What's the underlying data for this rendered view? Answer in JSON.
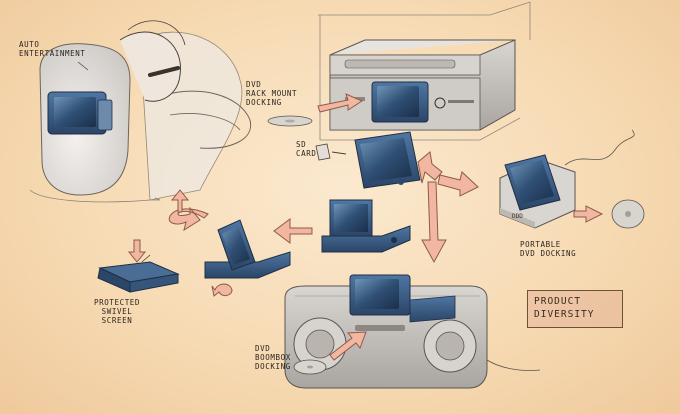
{
  "labels": {
    "auto": [
      "AUTO",
      "ENTERTAINMENT"
    ],
    "rack": [
      "DVD",
      "RACK MOUNT",
      "DOCKING"
    ],
    "sd": [
      "SD",
      "CARD"
    ],
    "portable": [
      "PORTABLE",
      "DVD DOCKING"
    ],
    "swivel": [
      "PROTECTED",
      "SWIVEL",
      "SCREEN"
    ],
    "boombox": [
      "DVD",
      "BOOMBOX",
      "DOCKING"
    ],
    "product": [
      "PRODUCT",
      "DIVERSITY"
    ]
  },
  "colors": {
    "background": "#f6d9b1",
    "arrow_fill": "#f1b7a0",
    "screen": "#2d4a6e",
    "device_body": "#3c5d86",
    "sketch_line": "#4a4038"
  }
}
